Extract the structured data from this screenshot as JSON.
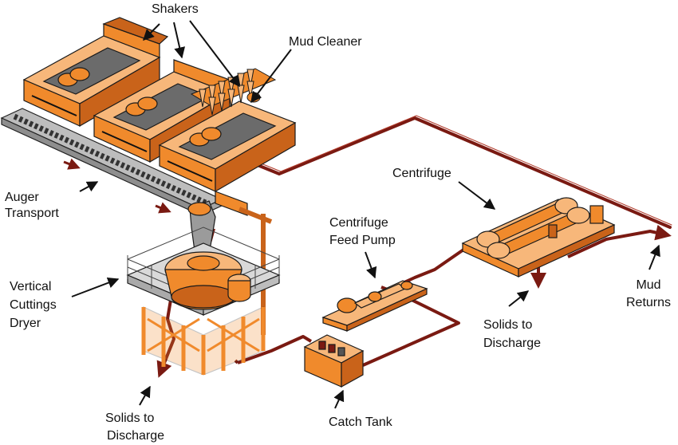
{
  "labels": {
    "shakers": "Shakers",
    "mud_cleaner": "Mud Cleaner",
    "auger_1": "Auger",
    "auger_2": "Transport",
    "dryer_1": "Vertical",
    "dryer_2": "Cuttings",
    "dryer_3": "Dryer",
    "centrifuge": "Centrifuge",
    "feed_pump_1": "Centrifuge",
    "feed_pump_2": "Feed Pump",
    "mud_returns_1": "Mud",
    "mud_returns_2": "Returns",
    "solids_left_1": "Solids to",
    "solids_left_2": "Discharge",
    "solids_right_1": "Solids to",
    "solids_right_2": "Discharge",
    "catch_tank": "Catch Tank"
  },
  "colors": {
    "equipment": "#f08a2c",
    "equipment_dark": "#b85a10",
    "equipment_light": "#f7b77a",
    "pipe": "#7a1a12",
    "steel": "#cfcfcf",
    "outline": "#1a1a1a"
  }
}
